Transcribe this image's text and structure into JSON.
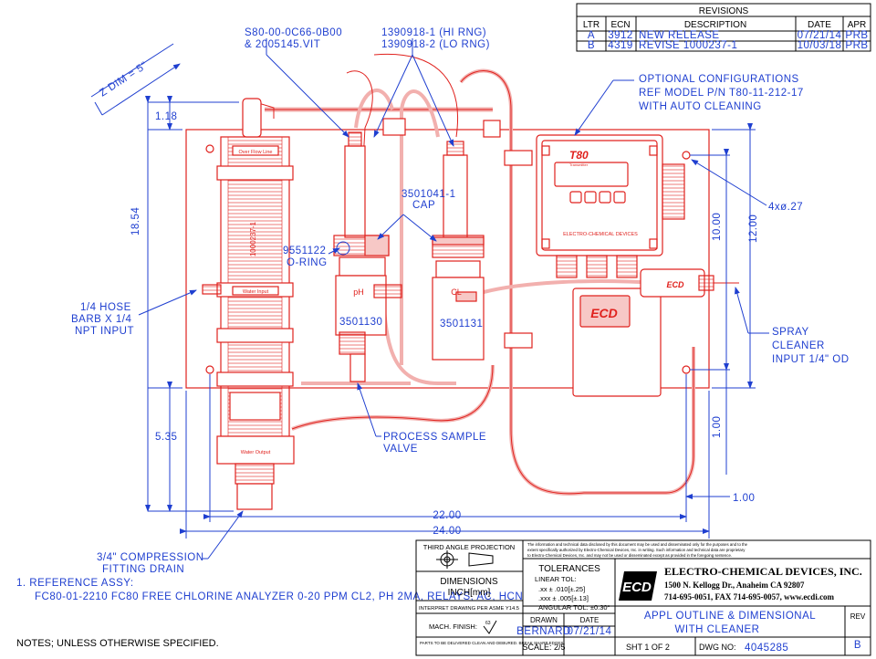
{
  "revisions": {
    "title": "REVISIONS",
    "headers": [
      "LTR",
      "ECN",
      "DESCRIPTION",
      "DATE",
      "APR"
    ],
    "rows": [
      [
        "A",
        "3912",
        "NEW RELEASE",
        "07/21/14",
        "PRB"
      ],
      [
        "B",
        "4319",
        "REVISE 1000237-1",
        "10/03/18",
        "PRB"
      ]
    ]
  },
  "callouts": {
    "part_top_a": "S80-00-0C66-0B00",
    "part_top_b": "& 2005145.VIT",
    "hi_rng": "1390918-1 (HI RNG)",
    "lo_rng": "1390918-2 (LO RNG)",
    "opt1": "OPTIONAL CONFIGURATIONS",
    "opt2": "REF MODEL P/N T80-11-212-17",
    "opt3": "WITH AUTO CLEANING",
    "z_dim": "Z DIM = 5\"",
    "cap_pn": "3501041-1",
    "cap": "CAP",
    "holes": "4xø.27",
    "oring_pn": "9551122",
    "oring": "O-RING",
    "hose1": "1/4 HOSE",
    "hose2": "BARB X 1/4",
    "hose3": "NPT INPUT",
    "spray1": "SPRAY",
    "spray2": "CLEANER",
    "spray3": "INPUT 1/4\" OD",
    "valve1": "PROCESS SAMPLE",
    "valve2": "VALVE",
    "drain1": "3/4\" COMPRESSION",
    "drain2": "FITTING DRAIN",
    "ph_pn": "3501130",
    "cl_pn": "3501131",
    "body_pn": "1000237-1"
  },
  "dimensions": {
    "d118": "1.18",
    "d1854": "18.54",
    "d535": "5.35",
    "d1000": "10.00",
    "d1200": "12.00",
    "d100v": "1.00",
    "d100h": "1.00",
    "d2200": "22.00",
    "d2400": "24.00"
  },
  "labels": {
    "over_flow": "Over Flow Line",
    "water_input": "Water Input",
    "water_output": "Water Output",
    "ph": "pH",
    "cl": "CL",
    "t80": "T80",
    "t80_sub": "Transmitter",
    "panel_brand": "ELECTRO-CHEMICAL DEVICES",
    "ecd": "ECD"
  },
  "notes": {
    "ref_title": "1.    REFERENCE ASSY:",
    "ref_line": "FC80-01-2210 FC80 FREE CHLORINE ANALYZER 0-20 PPM CL2, PH 2MA, RELAYS, AC, HCN",
    "unless": "NOTES; UNLESS OTHERWISE SPECIFIED."
  },
  "title_block": {
    "projection": "THIRD ANGLE PROJECTION",
    "dimensions": "DIMENSIONS",
    "units": "INCH[mm]",
    "interpret": "INTERPRET DRAWING PER ASME Y14.5",
    "finish": "MACH. FINISH:",
    "finish_val": "63",
    "deliver": "PARTS TO BE DELIVERED CLEAN AND DEBURED. BREAK SHARP EDGES.",
    "tolerances": "TOLERANCES",
    "linear": "LINEAR TOL:",
    "tol_xx": ".xx      ± .010[±.25]",
    "tol_xxx": ".xxx    ± .005[±.13]",
    "angular": "ANGULAR TOL: ±0.30°",
    "drawn": "DRAWN",
    "date": "DATE",
    "drawn_by": "BERNARD",
    "drawn_date": "07/21/14",
    "scale": "SCALE:  2/5",
    "sheet": "SHT  1  OF  2",
    "dwg_no_label": "DWG NO:",
    "dwg_no": "4045285",
    "rev_label": "REV",
    "rev": "B",
    "company": "ELECTRO-CHEMICAL DEVICES, INC.",
    "address": "1500 N. Kellogg Dr., Anaheim CA 92807",
    "phone": "714-695-0051, FAX 714-695-0057, www.ecdi.com",
    "title1": "APPL  OUTLINE  &  DIMENSIONAL",
    "title2": "WITH  CLEANER",
    "prop1": "The information and technical data disclosed by this document may be used and disseminated only for the purposes and to the",
    "prop2": "extent specifically authorized by Electro-Chemical Devices, Inc. in writing. Such information and technical data are proprietary",
    "prop3": "to Electro-Chemical Devices, Inc. and may not be used or disseminated except as provided in the foregoing sentence."
  },
  "colors": {
    "dimension": "#1f3fd0",
    "part": "#e0211d",
    "border": "#000000"
  }
}
